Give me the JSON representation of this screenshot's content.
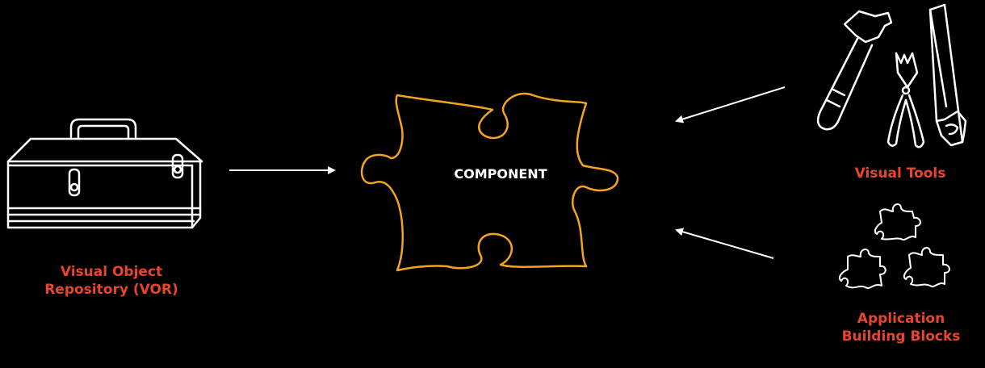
{
  "diagram": {
    "center": {
      "label": "COMPONENT"
    },
    "left": {
      "label_lines": [
        "Visual Object",
        "Repository (VOR)"
      ],
      "icon": "toolbox-icon"
    },
    "right_top": {
      "label": "Visual Tools",
      "icon": "hand-tools-icon"
    },
    "right_bottom": {
      "label_lines": [
        "Application",
        "Building Blocks"
      ],
      "icon": "puzzle-pieces-icon"
    },
    "connections": [
      {
        "from": "Visual Object Repository (VOR)",
        "to": "COMPONENT"
      },
      {
        "from": "Visual Tools",
        "to": "COMPONENT"
      },
      {
        "from": "Application Building Blocks",
        "to": "COMPONENT"
      }
    ]
  },
  "colors": {
    "background": "#000000",
    "line": "#ffffff",
    "puzzle_outline": "#f3a51d",
    "label": "#e8452c"
  }
}
